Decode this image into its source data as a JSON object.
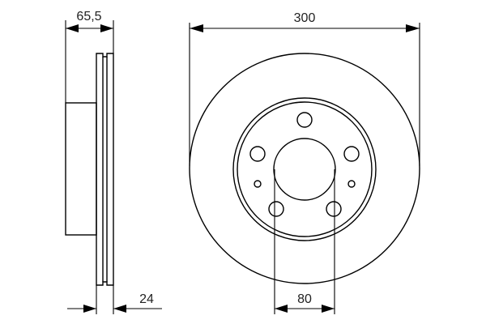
{
  "drawing": {
    "subject": "ventilated brake disc",
    "side_view": {
      "overall_height_label": "65,5",
      "disc_thickness_label": "24"
    },
    "front_view": {
      "outer_diameter_label": "300",
      "center_bore_label": "80",
      "bolt_holes": 5,
      "small_holes": 2
    },
    "colors": {
      "line": "#000000",
      "text": "#222222",
      "background": "#ffffff"
    }
  }
}
